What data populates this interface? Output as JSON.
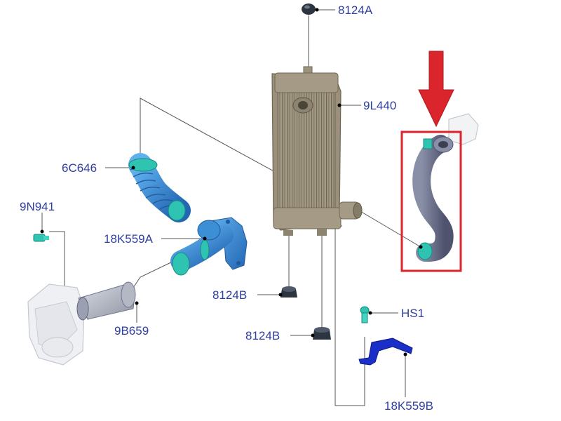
{
  "parts": [
    {
      "id": "8124A-top",
      "label": "8124A",
      "shape": "cap-dark"
    },
    {
      "id": "9L440",
      "label": "9L440",
      "shape": "intercooler"
    },
    {
      "id": "6C646",
      "label": "6C646",
      "shape": "corrugated-hose"
    },
    {
      "id": "9N941",
      "label": "9N941",
      "shape": "sensor"
    },
    {
      "id": "18K559A",
      "label": "18K559A",
      "shape": "intake-pipe"
    },
    {
      "id": "9B659",
      "label": "9B659",
      "shape": "throttle-body"
    },
    {
      "id": "8124B-upper",
      "label": "8124B",
      "shape": "rubber-mount"
    },
    {
      "id": "8124B-lower",
      "label": "8124B",
      "shape": "rubber-mount"
    },
    {
      "id": "HS1",
      "label": "HS1",
      "shape": "clip"
    },
    {
      "id": "18K559B",
      "label": "18K559B",
      "shape": "bracket"
    }
  ],
  "highlight": {
    "target": "outlet-hose",
    "box_color": "#d9252b",
    "arrow_color": "#d9252b"
  },
  "colors": {
    "label": "#2f3fa0",
    "cooler": "#a69c88",
    "hose_blue": "#3a8ad0",
    "hose_dark": "#6a6f8c",
    "accent_teal": "#2fc4b2",
    "bracket": "#1a2fc8"
  }
}
